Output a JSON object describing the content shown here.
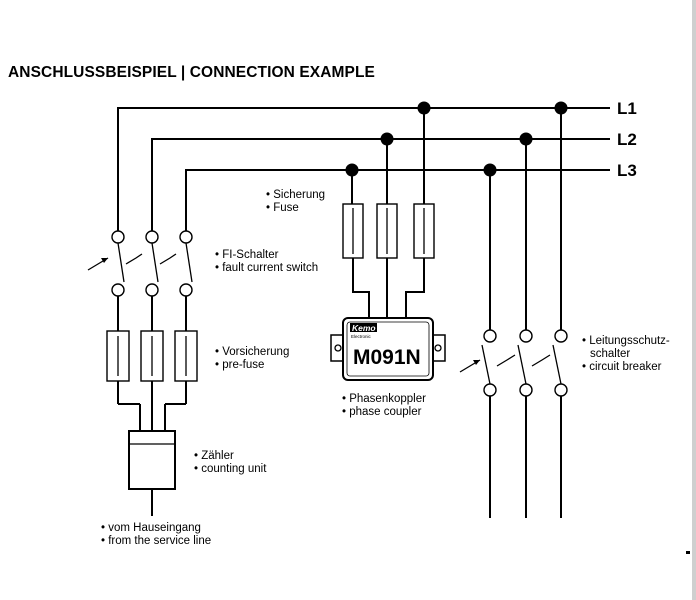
{
  "title": "ANSCHLUSSBEISPIEL | CONNECTION EXAMPLE",
  "phases": [
    "L1",
    "L2",
    "L3"
  ],
  "labels": {
    "fuse": [
      "• Sicherung",
      "• Fuse"
    ],
    "fi_switch": [
      "• FI-Schalter",
      "• fault current switch"
    ],
    "pre_fuse": [
      "• Vorsicherung",
      "• pre-fuse"
    ],
    "counter": [
      "• Zähler",
      "• counting unit"
    ],
    "service": [
      "• vom Hauseingang",
      "• from the service line"
    ],
    "coupler": [
      "• Phasenkoppler",
      "• phase coupler"
    ],
    "breaker": [
      "• Leitungsschutz-",
      "schalter",
      "• circuit breaker"
    ]
  },
  "device": {
    "brand": "Kemo",
    "brand_sub": "Electronic",
    "model": "M091N"
  }
}
